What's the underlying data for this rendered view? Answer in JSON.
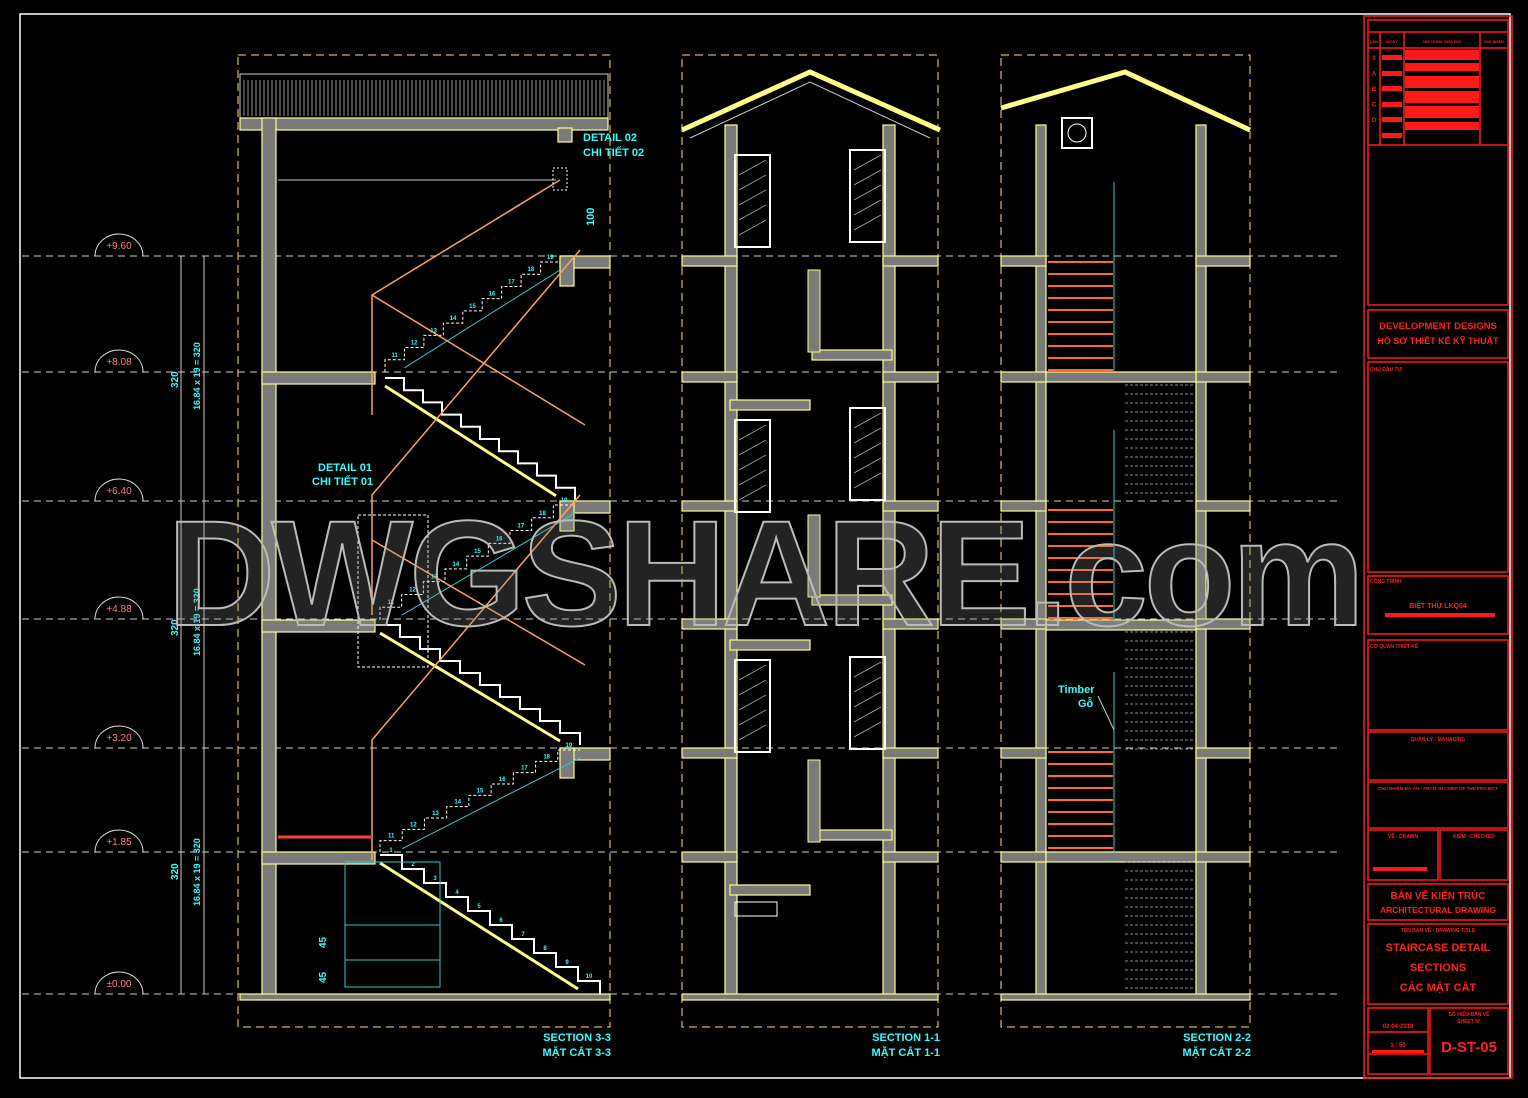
{
  "levels": [
    "+9.60",
    "+8.08",
    "+6.40",
    "+4.88",
    "+3.20",
    "+1.85",
    "±0.00"
  ],
  "level_values_m": [
    9.6,
    8.08,
    6.4,
    4.88,
    3.2,
    1.85,
    0.0
  ],
  "dimensions": {
    "floor_height": "320",
    "riser_formula": "16.84 x 19 = 320",
    "rail_height": "100",
    "small_dim": "45"
  },
  "details": {
    "detail02_en": "DETAIL 02",
    "detail02_vi": "CHI TIẾT 02",
    "detail01_en": "DETAIL 01",
    "detail01_vi": "CHI TIẾT 01"
  },
  "timber": {
    "en": "Timber",
    "vi": "Gỗ"
  },
  "step_labels": {
    "flight_a": [
      "1",
      "2",
      "3",
      "4",
      "5",
      "6",
      "7",
      "8",
      "9",
      "10"
    ],
    "flight_b": [
      "11",
      "12",
      "13",
      "14",
      "15",
      "16",
      "17",
      "18",
      "19"
    ]
  },
  "sections": [
    {
      "en": "SECTION 3-3",
      "vi": "MẶT CẮT 3-3"
    },
    {
      "en": "SECTION 1-1",
      "vi": "MẶT CẮT 1-1"
    },
    {
      "en": "SECTION 2-2",
      "vi": "MẶT CẮT 2-2"
    }
  ],
  "watermark": "DWGSHARE.com",
  "title_block": {
    "revision_headers": [
      "LẦN",
      "NGÀY",
      "NỘI DUNG SỬA ĐỔI",
      "GHI NHẬN"
    ],
    "revision_rows": [
      "0",
      "A",
      "B",
      "C",
      "D",
      ""
    ],
    "company_line1": "DEVELOPMENT DESIGNS",
    "company_line2": "HỒ SƠ THIẾT KẾ KỸ THUẬT",
    "owner_label": "CHỦ ĐẦU TƯ",
    "project_label": "CÔNG TRÌNH",
    "project_name": "BIỆT THỰ LKQ04",
    "design_unit_label": "CƠ QUAN THIẾT KẾ",
    "manager_label": "QUẢN LÝ - MANAGING",
    "chief_label": "CHỦ NHIỆM ĐỒ ÁN - ARCH. IN CHIEF OF THE PROJECT",
    "drawn_label": "VẼ - DRAWN",
    "checked_label": "KIỂM - CHECKED",
    "drawing_type_vi": "BẢN VẼ KIẾN TRÚC",
    "drawing_type_en": "ARCHITECTURAL DRAWING",
    "drawing_title_label": "TÊN BẢN VẼ - DRAWING TITLE",
    "title_line1": "STAIRCASE DETAIL",
    "title_line2": "SECTIONS",
    "title_line3": "CÁC MẶT CẮT",
    "date": "02-04-2018",
    "scale": "1 : 50",
    "sheet_no_label": "SỐ HIỆU BẢN VẼ",
    "sheet_no_label2": "SHEET N°",
    "sheet_no": "D-ST-05"
  }
}
